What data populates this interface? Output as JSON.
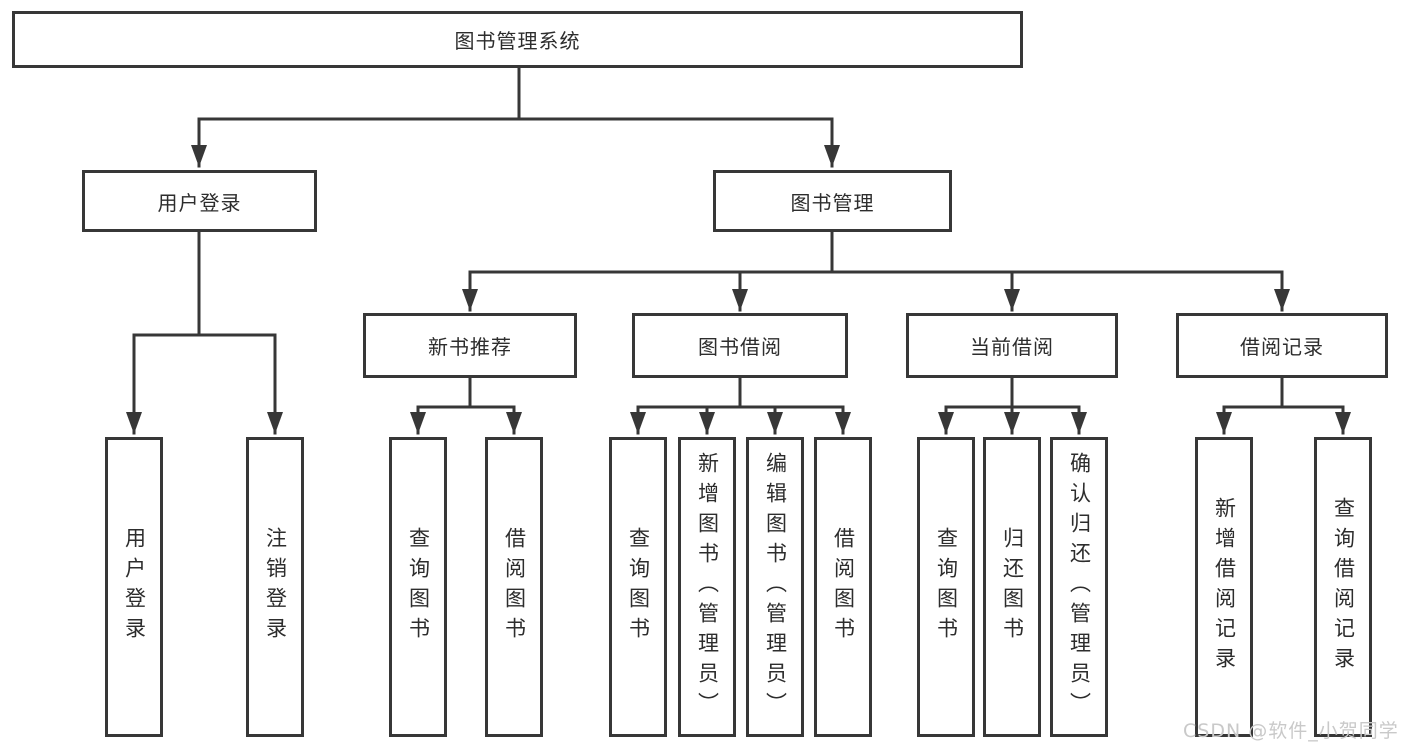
{
  "tree": {
    "root": {
      "label": "图书管理系统"
    },
    "branches": [
      {
        "label": "用户登录",
        "children": [
          {
            "label": "用户登录"
          },
          {
            "label": "注销登录"
          }
        ]
      },
      {
        "label": "图书管理",
        "children": [
          {
            "label": "新书推荐",
            "children": [
              {
                "label": "查询图书"
              },
              {
                "label": "借阅图书"
              }
            ]
          },
          {
            "label": "图书借阅",
            "children": [
              {
                "label": "查询图书"
              },
              {
                "label": "新增图书（管理员）"
              },
              {
                "label": "编辑图书（管理员）"
              },
              {
                "label": "借阅图书"
              }
            ]
          },
          {
            "label": "当前借阅",
            "children": [
              {
                "label": "查询图书"
              },
              {
                "label": "归还图书"
              },
              {
                "label": "确认归还（管理员）"
              }
            ]
          },
          {
            "label": "借阅记录",
            "children": [
              {
                "label": "新增借阅记录"
              },
              {
                "label": "查询借阅记录"
              }
            ]
          }
        ]
      }
    ]
  },
  "watermark": {
    "text": "CSDN @软件_小贺同学"
  },
  "colors": {
    "line": "#373737",
    "text": "#2d2d2d",
    "watermark": "#c9c9c9",
    "background": "#ffffff"
  }
}
